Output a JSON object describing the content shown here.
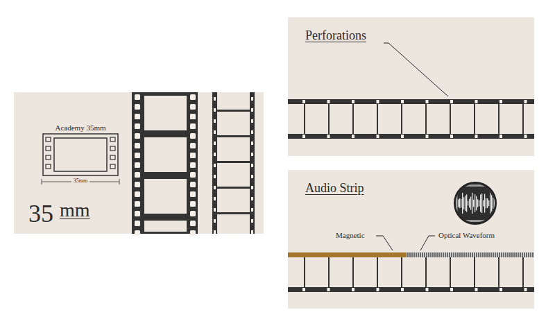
{
  "diagram": {
    "labels": [
      "Academy 35mm",
      "35mm",
      "35",
      "mm",
      "Perforations",
      "Audio Strip",
      "Magnetic",
      "Optical Waveform"
    ]
  }
}
